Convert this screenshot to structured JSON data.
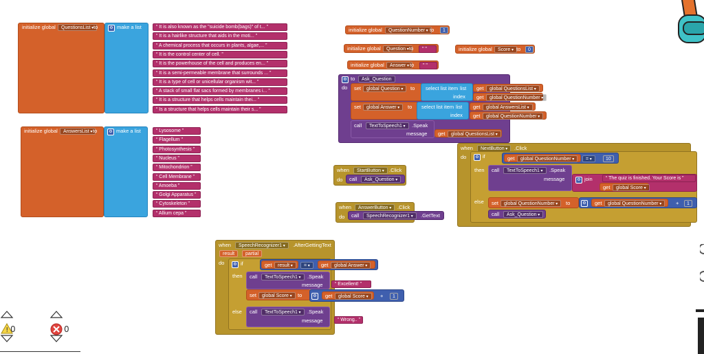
{
  "questions_block": {
    "init_label": "initialize global",
    "var": "QuestionsList",
    "to": "to",
    "make_list": "make a list",
    "items": [
      "It is also known as the \"suicide bomb(bags)\" of t...",
      "It is a hairlike structure that aids in the moti...",
      "A chemical process that occurs in plants, algae,...",
      "It is the control center of cell.",
      "It is the powerhouse of the cell and produces en...",
      "It is a semi-permeable membrane that surrounds ...",
      "It is a type of cell or unicellular organism wit...",
      "A stack of small flat sacs formed by membranes i...",
      "It is a structure that helps cells maintain thei...",
      "Is a structure that helps cells maintain their s..."
    ]
  },
  "answers_block": {
    "init_label": "initialize global",
    "var": "AnswersList",
    "to": "to",
    "make_list": "make a list",
    "items": [
      "Lysosome",
      "Flagellum",
      "Photosynthesis",
      "Nucleus",
      "Mitochondrion",
      "Cell Membrane",
      "Amoeba",
      "Golgi Apparatus",
      "Cytoskeleton",
      "Allium cepa"
    ]
  },
  "globals": {
    "init_label": "initialize global",
    "to": "to",
    "qnum_var": "QuestionNumber",
    "qnum_val": "1",
    "question_var": "Question",
    "score_var": "Score",
    "score_val": "0",
    "answer_var": "Answer"
  },
  "ask_proc": {
    "to": "to",
    "name": "Ask_Question",
    "do": "do",
    "set": "set",
    "q_var": "global Question",
    "a_var": "global Answer",
    "to2": "to",
    "select": "select list item",
    "list": "list",
    "index": "index",
    "get": "get",
    "ql": "global QuestionsList",
    "al": "global AnswersList",
    "qn": "global QuestionNumber",
    "call": "call",
    "tts": "TextToSpeech1",
    "speak": ".Speak",
    "message": "message"
  },
  "next_handler": {
    "when": "when",
    "comp": "NextButton",
    "event": ".Click",
    "do": "do",
    "if": "if",
    "then": "then",
    "else": "else",
    "eq": "=",
    "ten": "10",
    "get": "get",
    "qn": "global QuestionNumber",
    "call": "call",
    "tts": "TextToSpeech1",
    "speak": ".Speak",
    "message": "message",
    "join": "join",
    "finished": "The quiz is finished. Your Score is",
    "score": "global Score",
    "set": "set",
    "to": "to",
    "plus": "+",
    "one": "1",
    "ask": "Ask_Question"
  },
  "start_handler": {
    "when": "when",
    "comp": "StartButton",
    "event": ".Click",
    "do": "do",
    "call": "call",
    "proc": "Ask_Question"
  },
  "answer_handler": {
    "when": "when",
    "comp": "AnswerButton",
    "event": ".Click",
    "do": "do",
    "call": "call",
    "comp2": "SpeechRecognizer1",
    "method": ".GetText"
  },
  "speech_handler": {
    "when": "when",
    "comp": "SpeechRecognizer1",
    "event": ".AfterGettingText",
    "p1": "result",
    "p2": "partial",
    "do": "do",
    "if": "if",
    "then": "then",
    "else": "else",
    "get": "get",
    "result": "result",
    "eq": "=",
    "answer": "global Answer",
    "call": "call",
    "tts": "TextToSpeech1",
    "speak": ".Speak",
    "message": "message",
    "excellent": "Excellent!",
    "set": "set",
    "score": "global Score",
    "to": "to",
    "plus": "+",
    "one": "1",
    "wrong": "Wrong.."
  },
  "counters": {
    "warnings": "0",
    "errors": "0"
  },
  "colors": {
    "variable": "#d4612a",
    "list": "#3aa4de",
    "text": "#b3306b",
    "procedure": "#6f3f8f",
    "control": "#b7942c",
    "math": "#3f5fae"
  }
}
